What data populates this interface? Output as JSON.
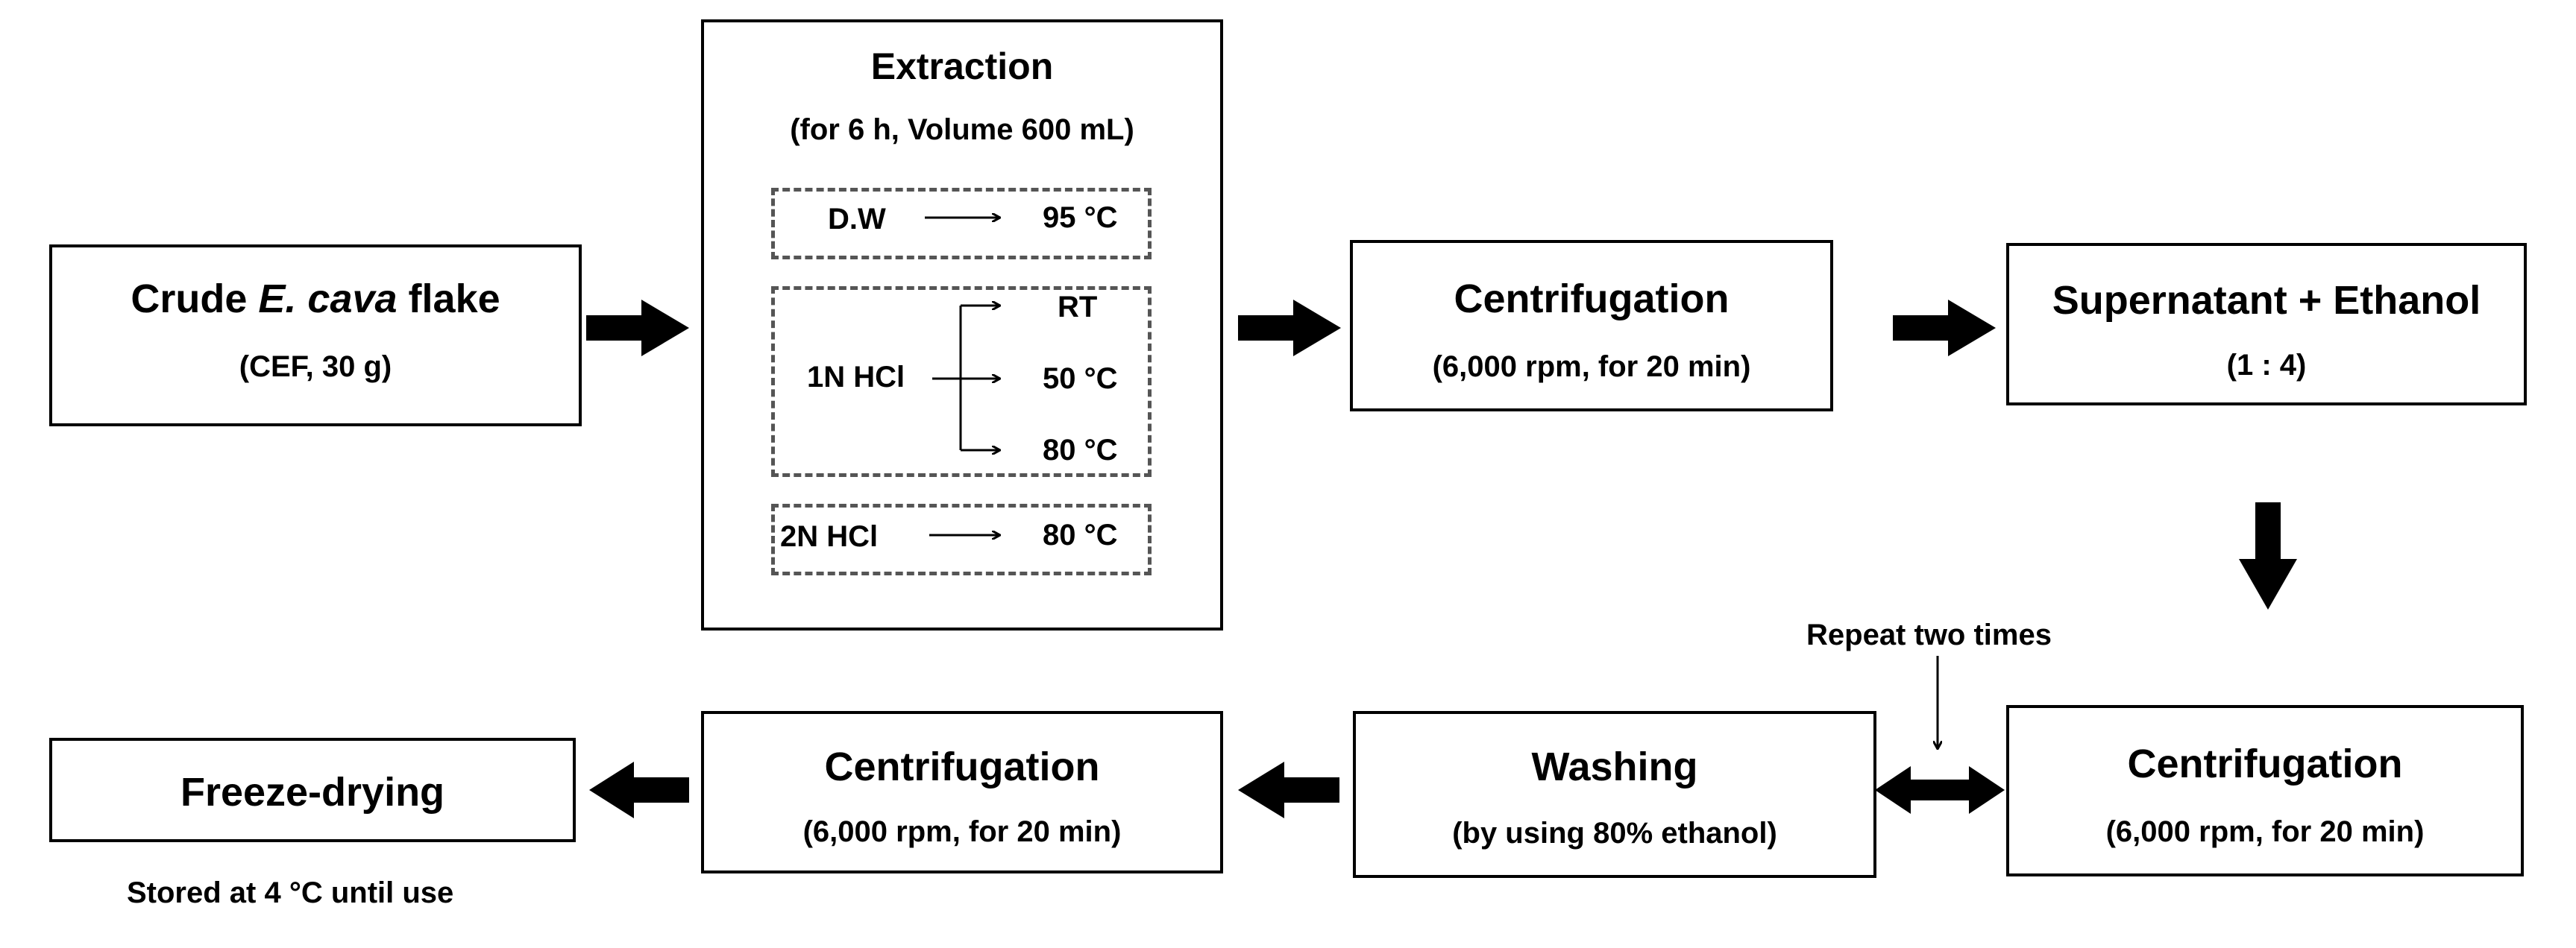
{
  "start": {
    "pre": "Crude ",
    "italic": "E. cava",
    "post": " flake",
    "sub": "(CEF, 30 g)"
  },
  "extraction": {
    "title": "Extraction",
    "subtitle": "(for 6 h, Volume 600 mL)",
    "dw": {
      "reagent": "D.W",
      "temp": "95 °C"
    },
    "hcl1": {
      "reagent": "1N HCl",
      "temps": [
        "RT",
        "50 °C",
        "80 °C"
      ]
    },
    "hcl2": {
      "reagent": "2N HCl",
      "temp": "80 °C"
    }
  },
  "centrifugation1": {
    "title": "Centrifugation",
    "sub": "(6,000 rpm, for 20 min)"
  },
  "supernatant": {
    "title": "Supernatant + Ethanol",
    "sub": "(1 : 4)"
  },
  "centrifugation2": {
    "title": "Centrifugation",
    "sub": "(6,000 rpm, for 20 min)"
  },
  "repeat_label": "Repeat two times",
  "washing": {
    "title": "Washing",
    "sub": "(by using 80% ethanol)"
  },
  "centrifugation3": {
    "title": "Centrifugation",
    "sub": "(6,000 rpm, for 20 min)"
  },
  "freeze": {
    "title": "Freeze-drying",
    "note": "Stored at 4 °C until use"
  },
  "colors": {
    "stroke": "#000000",
    "dash": "#555555"
  }
}
